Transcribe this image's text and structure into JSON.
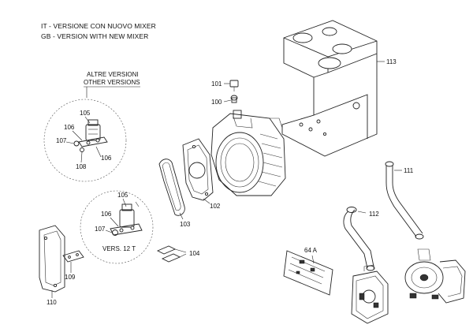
{
  "header": {
    "line_it": "IT - VERSIONE CON NUOVO MIXER",
    "line_gb": "GB - VERSION WITH NEW MIXER"
  },
  "alt_versions": {
    "line1": "ALTRE VERSIONI",
    "line2": "OTHER VERSIONS"
  },
  "vers_label": "VERS. 12 T",
  "callouts": {
    "c100": "100",
    "c101": "101",
    "c102": "102",
    "c103": "103",
    "c104": "104",
    "c105a": "105",
    "c105b": "105",
    "c106a": "106",
    "c106b": "106",
    "c106c": "106",
    "c107a": "107",
    "c107b": "107",
    "c108": "108",
    "c109": "109",
    "c110": "110",
    "c111": "111",
    "c112": "112",
    "c113": "113",
    "c64a": "64 A"
  }
}
